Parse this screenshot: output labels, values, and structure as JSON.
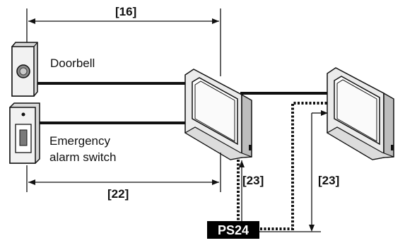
{
  "labels": {
    "dim_top": "[16]",
    "doorbell": "Doorbell",
    "emergency_line1": "Emergency",
    "emergency_line2": "alarm switch",
    "dim_bottom": "[22]",
    "wire_left": "[23]",
    "wire_right": "[23]",
    "power_supply": "PS24"
  },
  "colors": {
    "line": "#111111",
    "device_fill": "#ebebeb",
    "device_dark": "#bdbdbd",
    "ps_box": "#000000",
    "ps_text": "#ffffff"
  }
}
